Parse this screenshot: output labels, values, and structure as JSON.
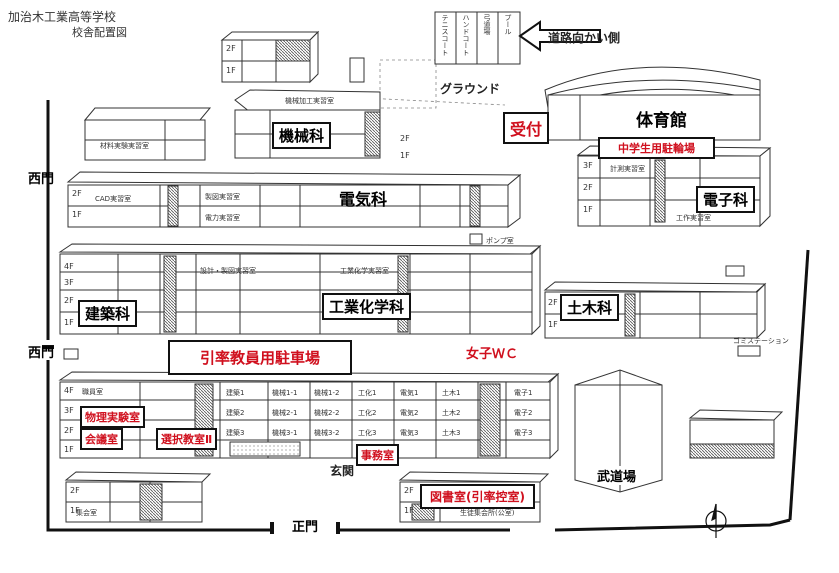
{
  "header": {
    "title": "加治木工業高等学校",
    "subtitle": "校舎配置図"
  },
  "top": {
    "direction_label": "道路向かい側",
    "ground_label": "グラウンド",
    "ground_facilities": [
      "テニスコート",
      "ハンドコート",
      "弓道場",
      "プール"
    ]
  },
  "departments": {
    "kikai": "機械科",
    "denki": "電気科",
    "denshi": "電子科",
    "kenchiku": "建築科",
    "kogyo_kagaku": "工業化学科",
    "doboku": "土木科"
  },
  "places": {
    "gym": "体育館",
    "uketsuke": "受付",
    "bike_parking": "中学生用駐輪場",
    "teacher_parking": "引率教員用駐車場",
    "girls_wc": "女子ＷＣ",
    "butoujou": "武道場",
    "genkan": "玄関",
    "jimushitsu": "事務室",
    "toshoshitsu": "図書室(引率控室)",
    "butsuri": "物理実験室",
    "kaigishitsu": "会議室",
    "sentaku": "選択教室Ⅱ",
    "gomi": "ゴミステーション",
    "pump": "ポンプ室"
  },
  "gates": {
    "west1": "西門",
    "west2": "西門",
    "main": "正門"
  },
  "floors": {
    "f1": "1F",
    "f2": "2F",
    "f3": "3F",
    "f4": "4F"
  },
  "room_labels": {
    "kikai_kako": "機械加工実習室",
    "cad": "CAD実習室",
    "denryoku": "電力実習室",
    "seizu": "製図実習室",
    "keisoku": "計測実習室",
    "zairyo": "材料実験実習室",
    "kosaku": "工作実習室",
    "sekkei": "設計・製図実習室",
    "kiso": "工業化学実習室",
    "shokuin": "職員室",
    "class_row1": [
      "建築1",
      "機械1-1",
      "機械1-2",
      "工化1",
      "電気1",
      "土木1",
      "電子1"
    ],
    "class_row2": [
      "建築2",
      "機械2-1",
      "機械2-2",
      "工化2",
      "電気2",
      "土木2",
      "電子2"
    ],
    "class_row3": [
      "建築3",
      "機械3-1",
      "機械3-2",
      "工化3",
      "電気3",
      "土木3",
      "電子3"
    ],
    "seminar": "生徒集会所(公室)",
    "shuukai": "集会室"
  },
  "colors": {
    "accent_red": "#d0101e",
    "line": "#333333",
    "hatch": "#555555"
  }
}
